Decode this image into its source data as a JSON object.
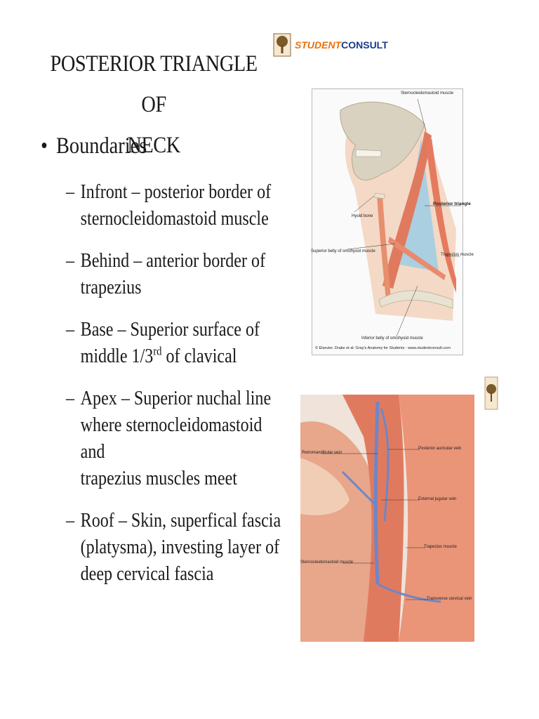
{
  "title": {
    "line1": "POSTERIOR TRIANGLE OF",
    "line2": "NECK"
  },
  "bullet": {
    "symbol": "•",
    "label": "Boundaries"
  },
  "boundaries": [
    {
      "dash": "–",
      "line1": "Infront – posterior border of",
      "line2": "sternocleidomastoid muscle"
    },
    {
      "dash": "–",
      "line1": "Behind – anterior border of",
      "line2": "trapezius"
    },
    {
      "dash": "–",
      "line1": "Base – Superior surface of",
      "line2_pre": "middle 1/3",
      "line2_sup": "rd",
      "line2_post": " of clavical"
    },
    {
      "dash": "–",
      "line1": "Apex – Superior nuchal line",
      "line2": "where sternocleidomastoid and",
      "line3": "trapezius muscles meet"
    },
    {
      "dash": "–",
      "line1": "Roof – Skin, superfical fascia",
      "line2": "(platysma), investing layer of",
      "line3": "deep cervical fascia"
    }
  ],
  "logo": {
    "part1": "STUDENT",
    "part2": "CONSULT"
  },
  "figure1": {
    "labels": {
      "scm": "Sternocleidomastoid muscle",
      "posterior_triangle": "Posterior triangle",
      "hyoid": "Hyoid bone",
      "superior_omohyoid": "Superior belly of omohyoid muscle",
      "trapezius": "Trapezius muscle",
      "inferior_omohyoid": "Inferior belly of omohyoid muscle"
    },
    "copyright": "© Elsevier. Drake et al: Gray's Anatomy for Students - www.studentconsult.com"
  },
  "figure2": {
    "labels": {
      "retromandibular": "Retromandibular vein",
      "posterior_auricular": "Posterior auricular vein",
      "external_jugular": "External jugular vein",
      "trapezius": "Trapezius muscle",
      "scm": "Sternocleidomastoid muscle",
      "transverse_cervical": "Transverse cervical vein"
    }
  },
  "colors": {
    "muscle": "#e07a5f",
    "triangle": "#a9cfe0",
    "bone": "#e8e2d2",
    "vein": "#6f86c6",
    "logo_orange": "#e6730f",
    "logo_blue": "#1a3a8a"
  }
}
